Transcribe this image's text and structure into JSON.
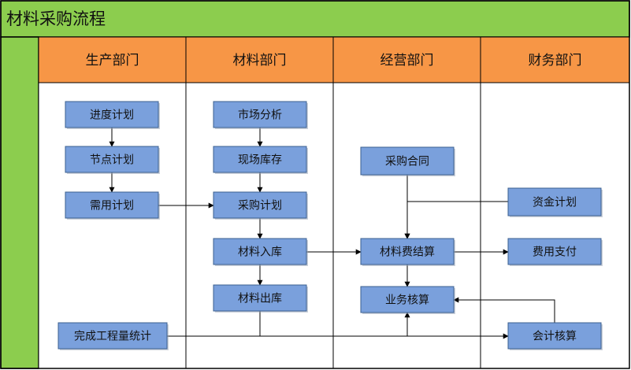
{
  "title": "材料采购流程",
  "colors": {
    "title_bg": "#8ccd4e",
    "header_bg": "#f79646",
    "box_fill": "#7aa0dc",
    "box_border": "#3b5f8f",
    "line": "#000000",
    "border": "#000000"
  },
  "lanes": [
    {
      "id": "production",
      "label": "生产部门"
    },
    {
      "id": "materials",
      "label": "材料部门"
    },
    {
      "id": "business",
      "label": "经营部门"
    },
    {
      "id": "finance",
      "label": "财务部门"
    }
  ],
  "nodes": [
    {
      "id": "progress_plan",
      "label": "进度计划",
      "lane": "production"
    },
    {
      "id": "node_plan",
      "label": "节点计划",
      "lane": "production"
    },
    {
      "id": "demand_plan",
      "label": "需用计划",
      "lane": "production"
    },
    {
      "id": "workload_stats",
      "label": "完成工程量统计",
      "lane": "production"
    },
    {
      "id": "market_analysis",
      "label": "市场分析",
      "lane": "materials"
    },
    {
      "id": "site_inventory",
      "label": "现场库存",
      "lane": "materials"
    },
    {
      "id": "purchase_plan",
      "label": "采购计划",
      "lane": "materials"
    },
    {
      "id": "material_in",
      "label": "材料入库",
      "lane": "materials"
    },
    {
      "id": "material_out",
      "label": "材料出库",
      "lane": "materials"
    },
    {
      "id": "purchase_contract",
      "label": "采购合同",
      "lane": "business"
    },
    {
      "id": "material_settlement",
      "label": "材料费结算",
      "lane": "business"
    },
    {
      "id": "business_accounting",
      "label": "业务核算",
      "lane": "business"
    },
    {
      "id": "fund_plan",
      "label": "资金计划",
      "lane": "finance"
    },
    {
      "id": "expense_payment",
      "label": "费用支付",
      "lane": "finance"
    },
    {
      "id": "accounting",
      "label": "会计核算",
      "lane": "finance"
    }
  ],
  "edges": [
    {
      "from": "progress_plan",
      "to": "node_plan"
    },
    {
      "from": "node_plan",
      "to": "demand_plan"
    },
    {
      "from": "demand_plan",
      "to": "purchase_plan"
    },
    {
      "from": "market_analysis",
      "to": "site_inventory"
    },
    {
      "from": "site_inventory",
      "to": "purchase_plan"
    },
    {
      "from": "purchase_plan",
      "to": "material_in"
    },
    {
      "from": "material_in",
      "to": "material_out"
    },
    {
      "from": "material_in",
      "to": "material_settlement"
    },
    {
      "from": "purchase_contract",
      "to": "material_settlement"
    },
    {
      "from": "fund_plan",
      "to": "material_settlement"
    },
    {
      "from": "material_settlement",
      "to": "expense_payment"
    },
    {
      "from": "material_settlement",
      "to": "business_accounting"
    },
    {
      "from": "accounting",
      "to": "business_accounting"
    },
    {
      "from": "workload_stats",
      "to": "accounting"
    },
    {
      "from": "material_out",
      "to": "business_accounting"
    }
  ]
}
